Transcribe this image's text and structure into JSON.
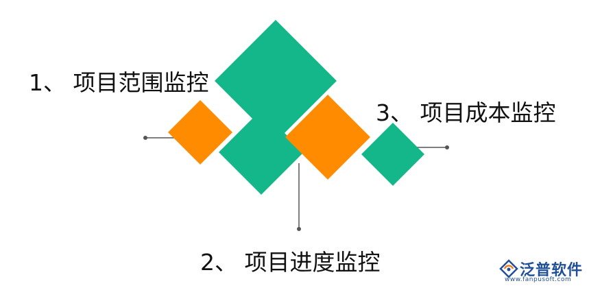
{
  "labels": {
    "item1": "1、 项目范围监控",
    "item2": "2、 项目进度监控",
    "item3": "3、 项目成本监控"
  },
  "logo": {
    "name": "泛普软件",
    "url": "www.fanpusoft.com"
  },
  "colors": {
    "green": "#14b78a",
    "orange": "#ff8c00",
    "line": "#555555",
    "text": "#111111",
    "logo_blue": "#1f4f98",
    "logo_orange": "#ee7a1c"
  }
}
